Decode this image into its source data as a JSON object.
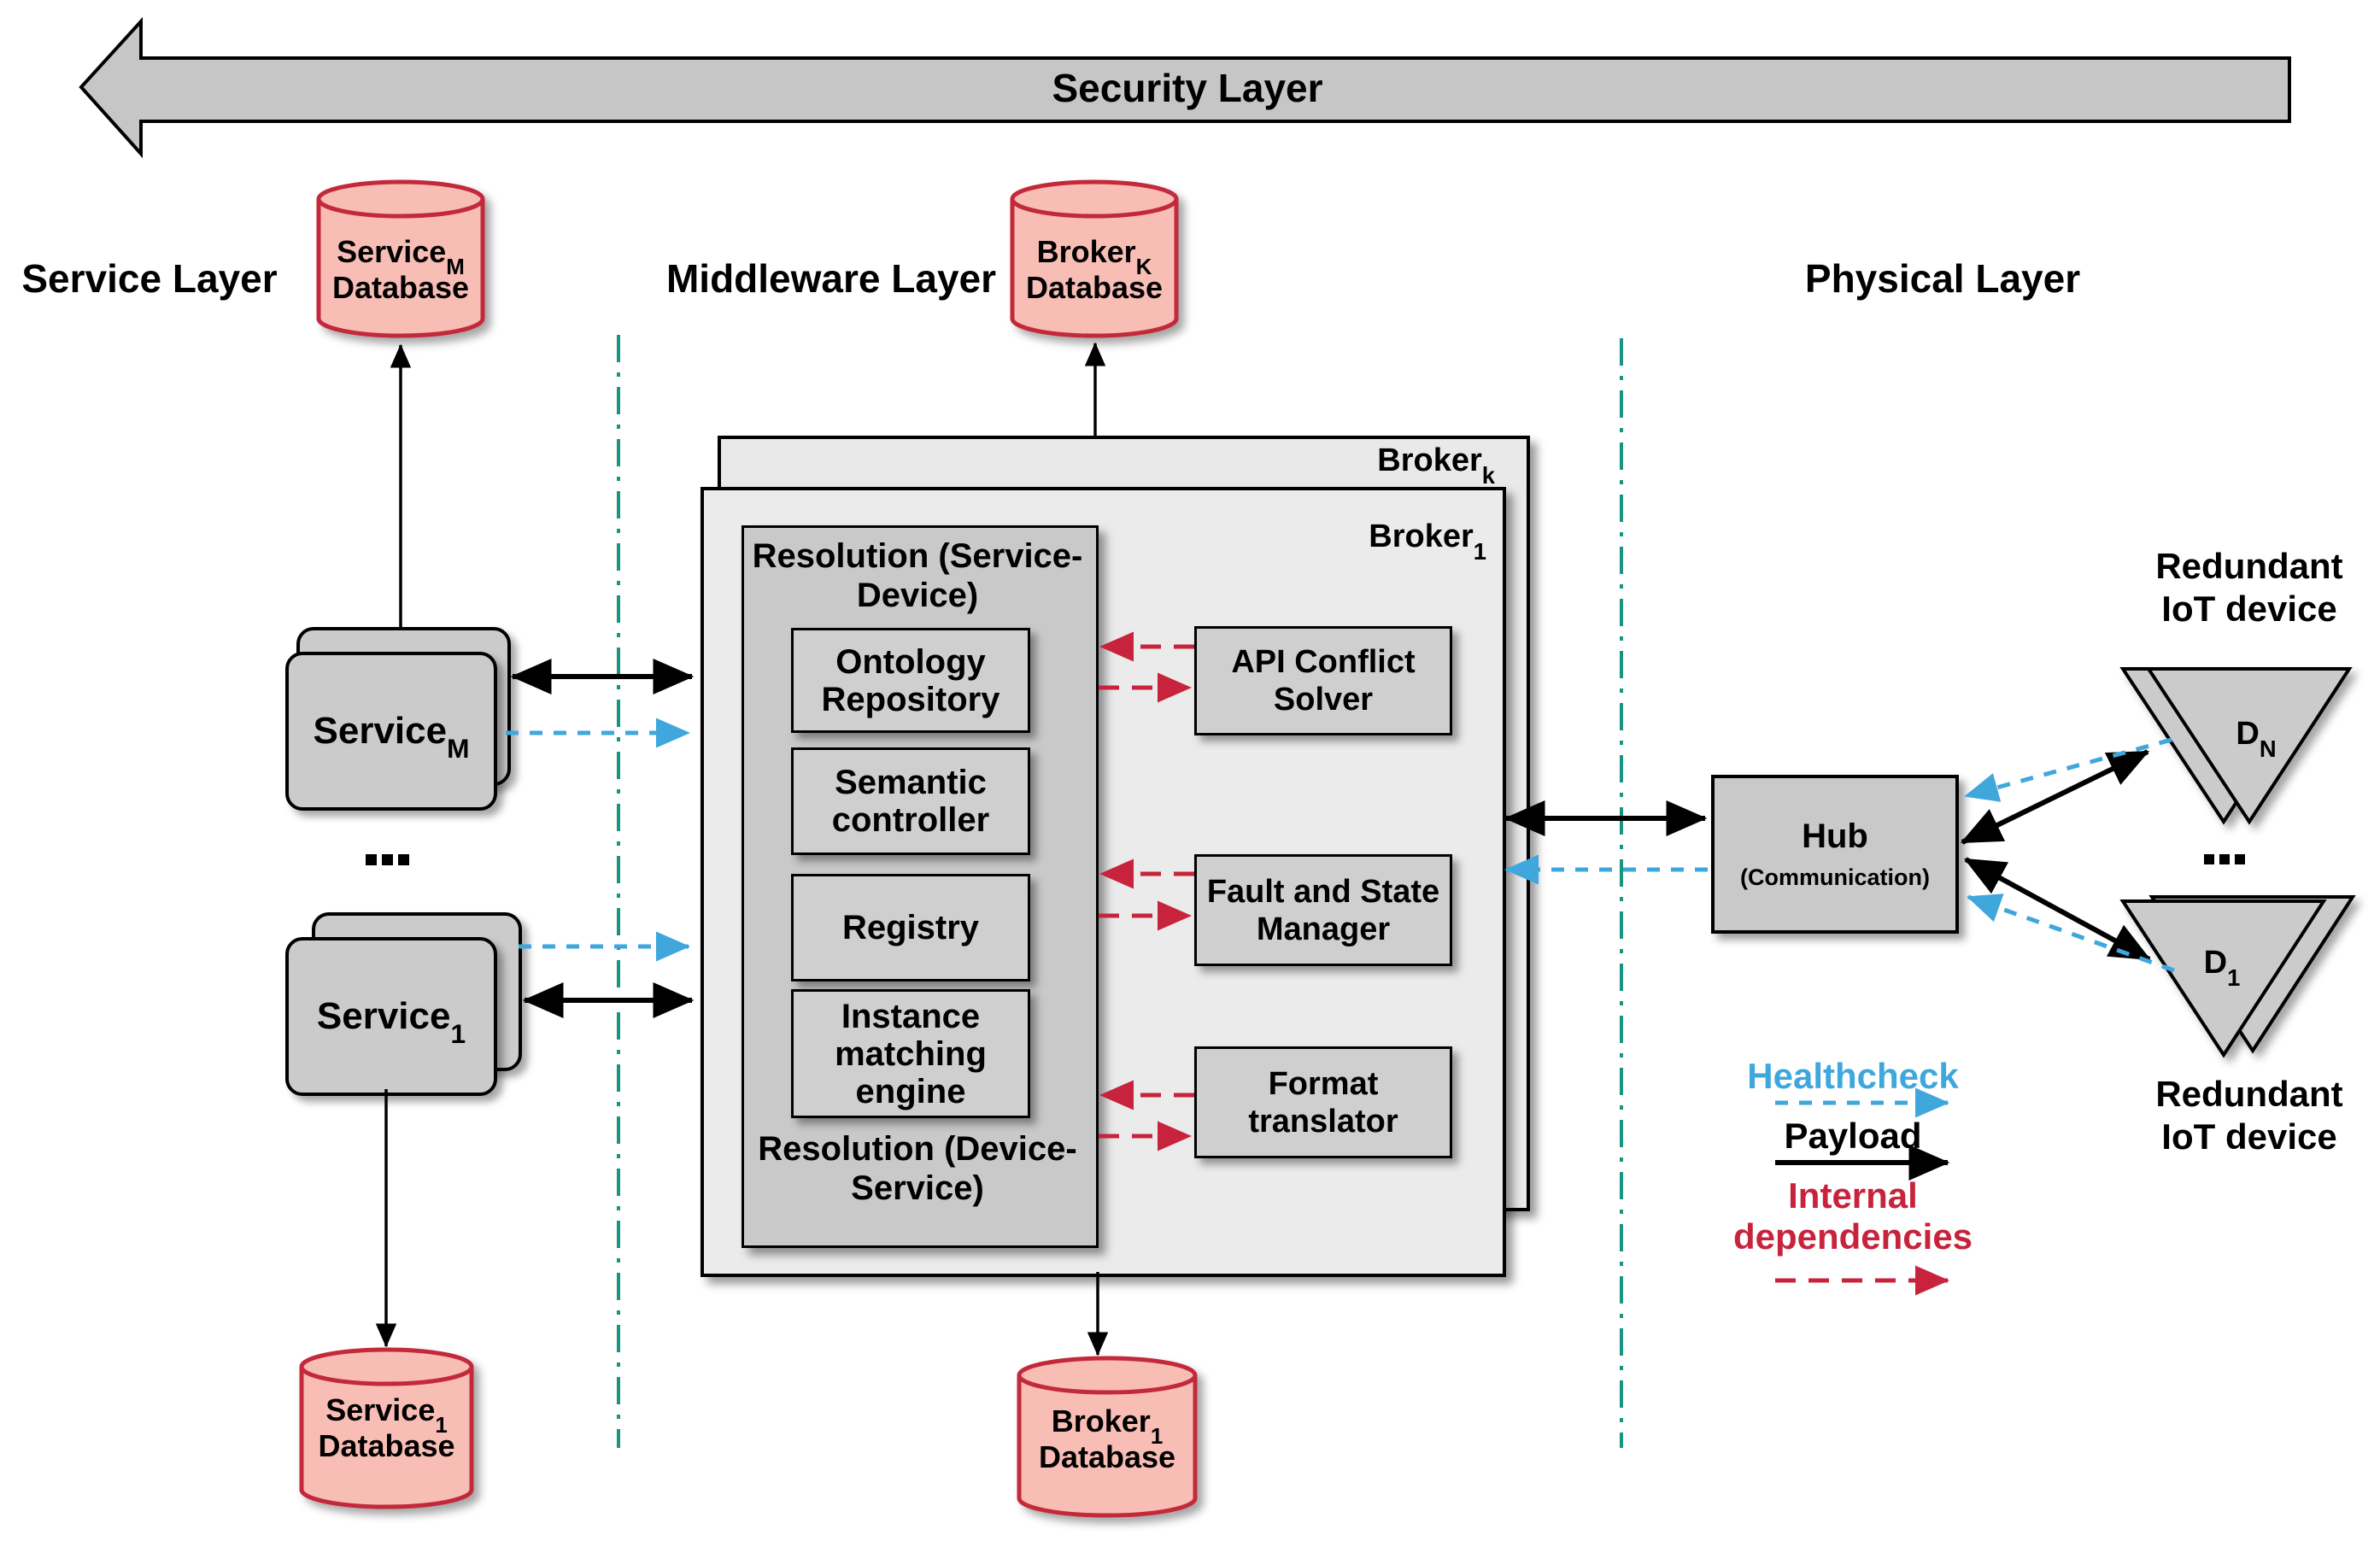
{
  "security_layer": {
    "label": "Security Layer"
  },
  "layers": {
    "service": "Service Layer",
    "middleware": "Middleware Layer",
    "physical": "Physical Layer"
  },
  "databases": {
    "service_m": {
      "base": "Service",
      "sub": "M",
      "line2": "Database"
    },
    "broker_k": {
      "base": "Broker",
      "sub": "K",
      "line2": "Database"
    },
    "service_1": {
      "base": "Service",
      "sub": "1",
      "line2": "Database"
    },
    "broker_1": {
      "base": "Broker",
      "sub": "1",
      "line2": "Database"
    }
  },
  "services": {
    "service_m": {
      "base": "Service",
      "sub": "M"
    },
    "service_1": {
      "base": "Service",
      "sub": "1"
    },
    "ellipsis": "..."
  },
  "brokers": {
    "broker_k": {
      "base": "Broker",
      "sub": "k"
    },
    "broker_1": {
      "base": "Broker",
      "sub": "1"
    }
  },
  "resolution": {
    "title_top": "Resolution (Service-Device)",
    "title_bottom": "Resolution (Device-Service)",
    "components": [
      "Ontology Repository",
      "Semantic controller",
      "Registry",
      "Instance matching engine"
    ]
  },
  "broker_components": {
    "api": "API Conflict Solver",
    "fault": "Fault and State Manager",
    "format": "Format translator"
  },
  "hub": {
    "title": "Hub",
    "subtitle": "(Communication)"
  },
  "devices": {
    "d_n": {
      "base": "D",
      "sub": "N"
    },
    "d_1": {
      "base": "D",
      "sub": "1"
    },
    "redundant_top": "Redundant IoT device",
    "redundant_bottom": "Redundant IoT device",
    "ellipsis": "..."
  },
  "legend": {
    "healthcheck": "Healthcheck",
    "payload": "Payload",
    "internal": "Internal dependencies"
  },
  "colors": {
    "healthcheck_blue": "#3FA7DC",
    "payload_black": "#000000",
    "internal_red": "#C8233C",
    "database_fill": "#F8BDB4",
    "database_stroke": "#C2293A",
    "divider_teal": "#1A9482",
    "box_gray": "#CBCBCB",
    "broker_gray": "#E9E9E9"
  }
}
